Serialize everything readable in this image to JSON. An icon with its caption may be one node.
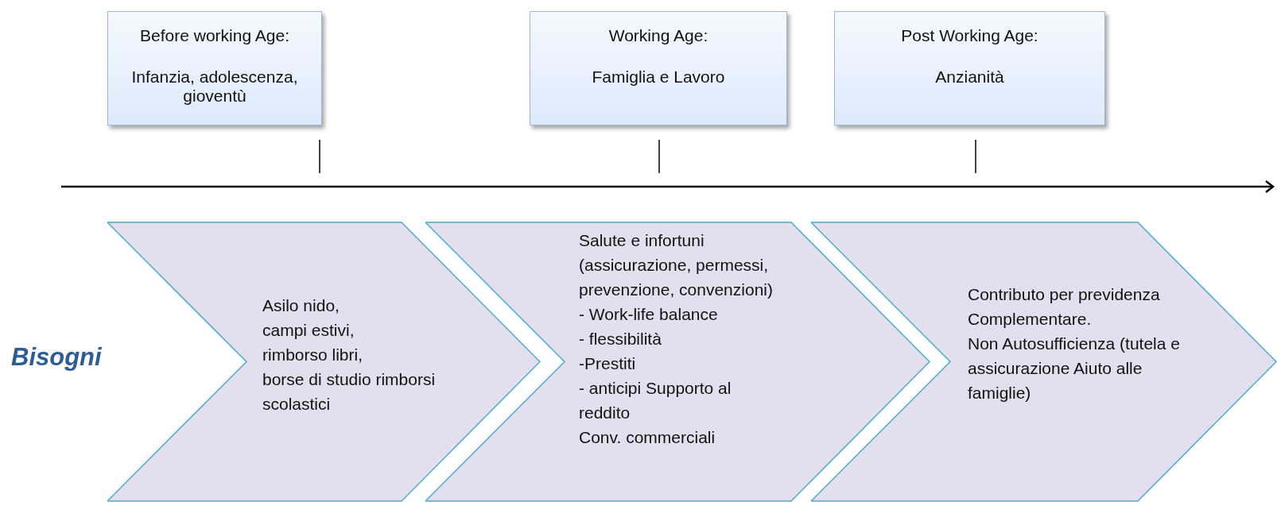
{
  "diagram": {
    "nodes": [
      {
        "text": [
          "Before working Age:",
          "Infanzia, adolescenza, gioventù"
        ]
      },
      {
        "text": [
          "Working Age:",
          "Famiglia e Lavoro"
        ]
      },
      {
        "text": [
          "Post Working Age:",
          "Anzianità"
        ]
      },
      {
        "text": [
          "Asilo nido,",
          "campi estivi,",
          "rimborso libri,",
          "borse di studio rimborsi scolastici"
        ]
      },
      {
        "text": [
          "Salute e infortuni (assicurazione, permessi, prevenzione, convenzioni)",
          "- Work-life balance",
          "- flessibilità",
          "-Prestiti",
          "- anticipi Supporto al reddito",
          "Conv. commerciali"
        ]
      },
      {
        "text": [
          "Contributo per previdenza Complementare.",
          "Non Autosufficienza (tutela e assicurazione Aiuto alle famiglie)"
        ]
      }
    ],
    "edges": [],
    "labels": [
      "Bisogni"
    ]
  }
}
